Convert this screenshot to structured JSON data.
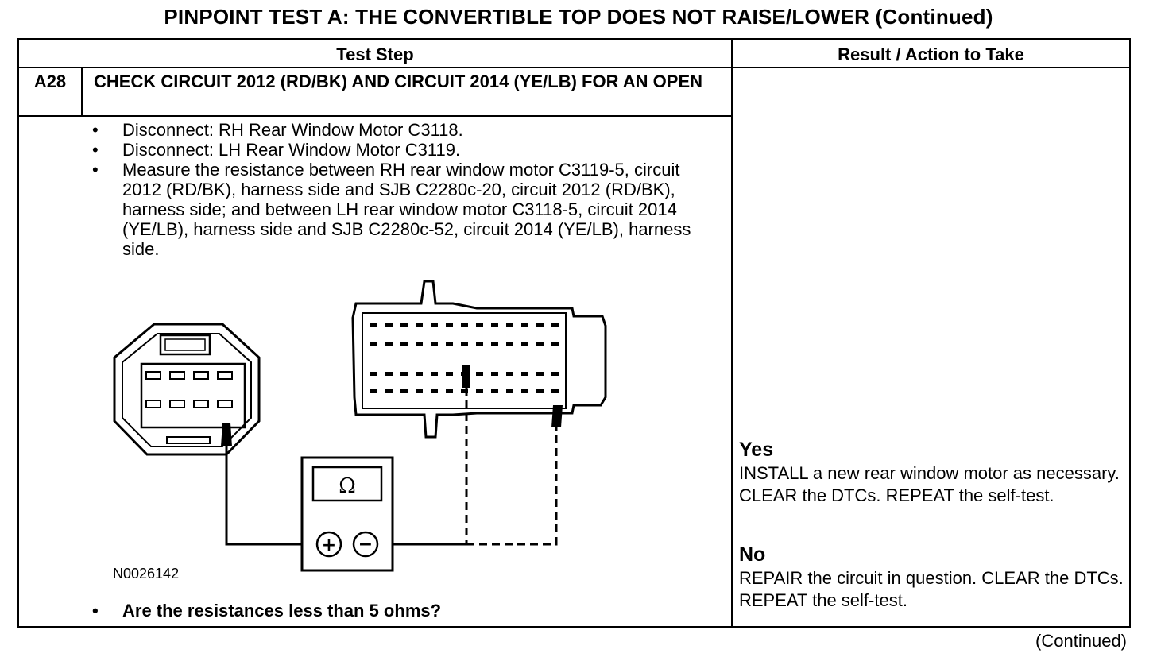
{
  "document": {
    "title": "PINPOINT TEST  A: THE CONVERTIBLE TOP DOES NOT RAISE/LOWER (Continued)",
    "headers": {
      "test_step": "Test Step",
      "result": "Result / Action to Take"
    },
    "step": {
      "id": "A28",
      "title": "CHECK CIRCUIT 2012 (RD/BK) AND CIRCUIT 2014 (YE/LB) FOR AN OPEN",
      "bullets": [
        "Disconnect: RH Rear Window Motor C3118.",
        "Disconnect: LH Rear Window Motor C3119.",
        "Measure the resistance between RH rear window motor C3119-5, circuit 2012 (RD/BK), harness side and SJB C2280c-20, circuit 2012 (RD/BK), harness side; and between LH rear window motor  C3118-5, circuit 2014 (YE/LB), harness side and SJB C2280c-52, circuit 2014 (YE/LB), harness side."
      ],
      "figure": {
        "code": "N0026142",
        "meter_symbol": "Ω",
        "plus": "+",
        "minus": "−"
      },
      "question": "Are the resistances less than 5 ohms?"
    },
    "results": {
      "yes_label": "Yes",
      "yes_text": "INSTALL a new rear window motor as necessary. CLEAR the DTCs. REPEAT the self-test.",
      "no_label": "No",
      "no_text": "REPAIR the circuit in question. CLEAR the DTCs. REPEAT the self-test."
    },
    "continued": "(Continued)"
  }
}
